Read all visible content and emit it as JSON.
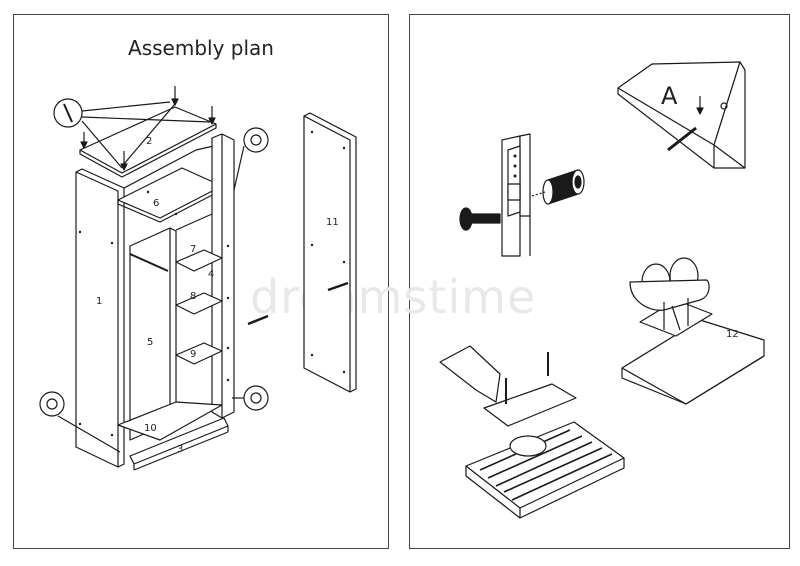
{
  "title": "Assembly plan",
  "watermark": "dreamstime",
  "parts": {
    "p1": "1",
    "p2": "2",
    "p3": "3",
    "p4": "4",
    "p5": "5",
    "p6": "6",
    "p7": "7",
    "p8": "8",
    "p9": "9",
    "p10": "10",
    "p11": "11",
    "p12": "12"
  },
  "label_a": "A"
}
